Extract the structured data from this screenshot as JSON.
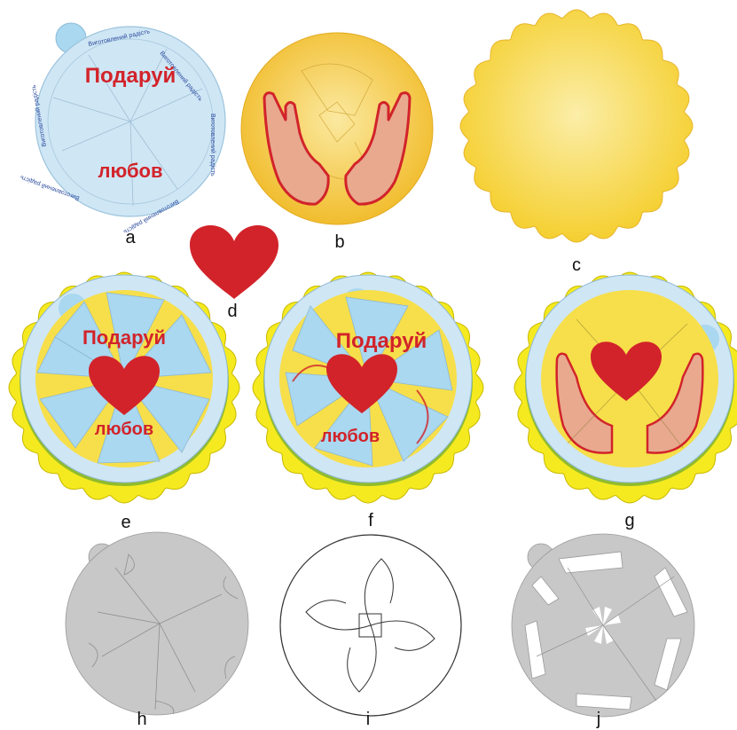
{
  "labels": {
    "a": "a",
    "b": "b",
    "c": "c",
    "d": "d",
    "e": "e",
    "f": "f",
    "g": "g",
    "h": "h",
    "i": "i",
    "j": "j"
  },
  "card_text": {
    "line1": "Подаруй",
    "line2": "любов",
    "ring_phrase": "Виготовлений радість"
  },
  "colors": {
    "blue_disc": "#cfe6f5",
    "blue_tab": "#a9d8f0",
    "yellow_disc": "#f4c53a",
    "yellow_scallop": "#f5d63a",
    "red": "#d2232a",
    "skin": "#e8a98f",
    "grey": "#c8c8c8"
  },
  "icons": {
    "d": "heart-icon",
    "b": "hands-icon"
  }
}
